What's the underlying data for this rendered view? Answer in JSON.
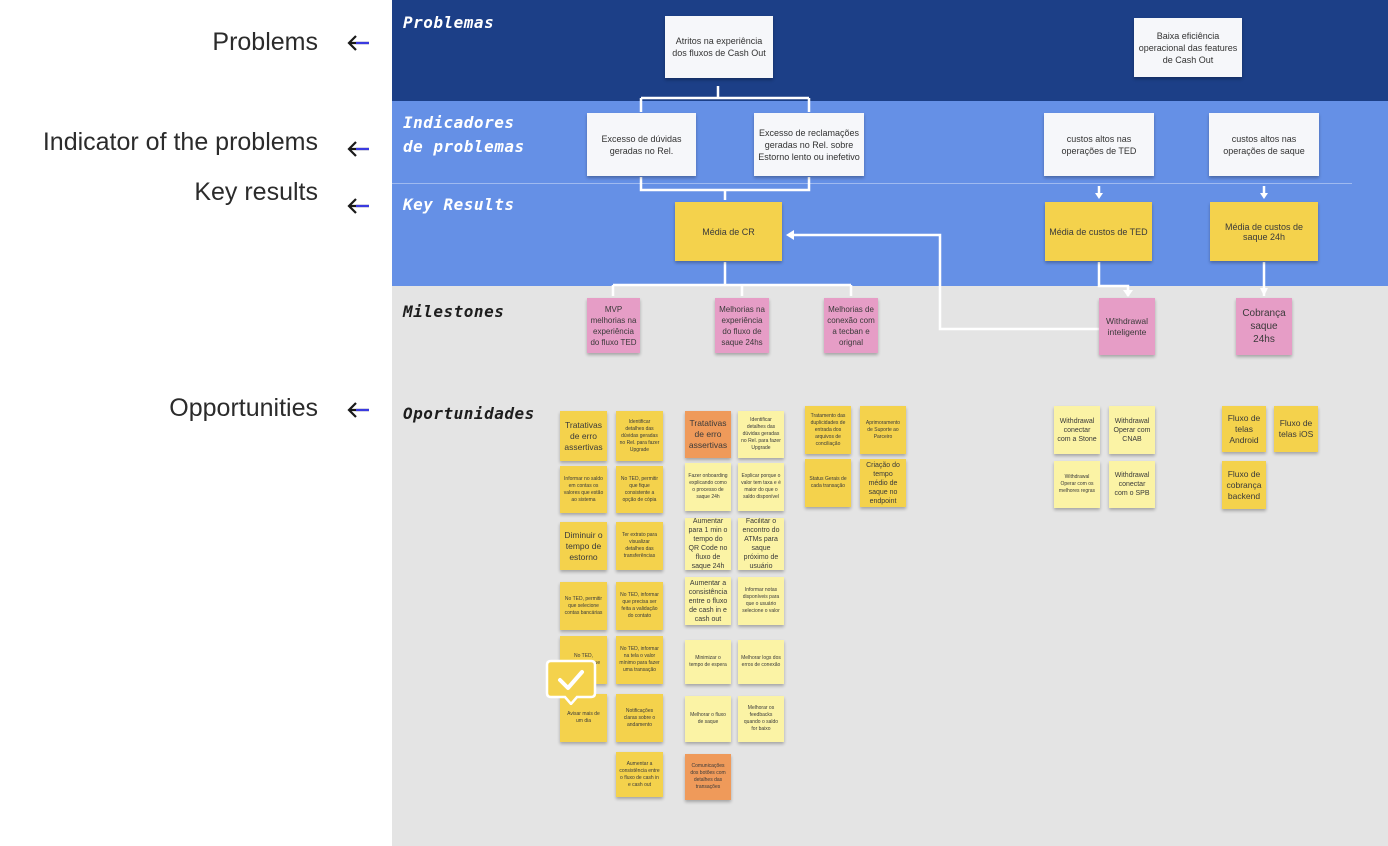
{
  "side_labels": {
    "problems": "Problems",
    "indicators": "Indicator of the problems",
    "key_results": "Key results",
    "opportunities": "Opportunities"
  },
  "bands": {
    "problems": "Problemas",
    "indicators": "Indicadores\nde problemas",
    "key_results": "Key Results",
    "milestones": "Milestones",
    "opportunities": "Oportunidades"
  },
  "colors": {
    "band_problems": "#1c3f87",
    "band_indicators": "#6590e6",
    "band_lower": "#e4e4e4",
    "sticky_yellow": "#f4d24c",
    "sticky_pink": "#e69dc6",
    "sticky_orange": "#ef9a5a",
    "sticky_light": "#fbf3a5"
  },
  "problems": {
    "p1": "Atritos na experiência dos fluxos de Cash Out",
    "p2": "Baixa eficiência operacional das features de Cash Out"
  },
  "indicators": {
    "i1": "Excesso de dúvidas geradas no Rel.",
    "i2": "Excesso de reclamações geradas no Rel. sobre Estorno lento ou inefetivo",
    "i3": "custos altos nas operações de TED",
    "i4": "custos altos nas operações de saque"
  },
  "key_results": {
    "k1": "Média de CR",
    "k2": "Média de custos de TED",
    "k3": "Média de custos de saque 24h"
  },
  "milestones": {
    "m1": "MVP melhorias na experiência do fluxo TED",
    "m2": "Melhorias na experiência do fluxo de saque 24hs",
    "m3": "Melhorias de conexão com a tecban e orignal",
    "m4": "Withdrawal inteligente",
    "m5": "Cobrança saque 24hs"
  },
  "opportunities": {
    "a1": "Tratativas de erro assertivas",
    "a2": "Identificar detalhes das dúvidas geradas no Rel. para fazer Upgrade",
    "a3": "Informar no saldo em contas os valores que estão ao sistema",
    "a4": "No TED, permitir que fique consistente a opção de cópia",
    "a5": "Diminuir o tempo de estorno",
    "a6": "Ter extrato para visualizar detalhes das transferências",
    "a7": "No TED, permitir que selecione contas bancárias",
    "a8": "No TED, informar que precisa ser feita a validação do contato",
    "a9": "No TED, possibilitar que",
    "a10": "No TED, informar na tela o valor mínimo para fazer uma transação",
    "a11": "Avisar mais de um dia",
    "a12": "Notificações claras sobre o andamento",
    "a13": "Aumentar a consistência entre o fluxo de cash in e cash out",
    "b1": "Tratativas de erro assertivas",
    "b2": "Identificar detalhes das dúvidas geradas no Rel. para fazer Upgrade",
    "b3": "Fazer onboarding explicando como o processo de saque 24h",
    "b4": "Explicar porque o valor tem taxa e é maior do que o saldo disponível",
    "b5": "Aumentar para 1 min o tempo do QR Code no fluxo de saque 24h",
    "b6": "Facilitar o encontro do ATMs para saque próximo de usuário",
    "b7": "Aumentar a consistência entre o fluxo de cash in e cash out",
    "b8": "Informar notas disponíveis para que o usuário selecione o valor",
    "b9": "Minimizar o tempo de espera",
    "b10": "Melhorar logs dos erros de conexão",
    "b11": "Melhorar o fluxo de saque",
    "b12": "Melhorar os feedbacks quando o saldo for baixo",
    "b13": "Comunicações dos botões com detalhes das transações",
    "c1": "Tratamento das duplicidades de entrada dos arquivos de conciliação",
    "c2": "Aprimoramento de Suporte ao Parceiro",
    "c3": "Status Gerais de cada transação",
    "c4": "Criação do tempo médio de saque no endpoint",
    "d1": "Withdrawal conectar com a Stone",
    "d2": "Withdrawal Operar com CNAB",
    "d3": "Withdrawal Operar com os melhores regras",
    "d4": "Withdrawal conectar com o SPB",
    "e1": "Fluxo de telas Android",
    "e2": "Fluxo de telas iOS",
    "e3": "Fluxo de cobrança backend"
  }
}
